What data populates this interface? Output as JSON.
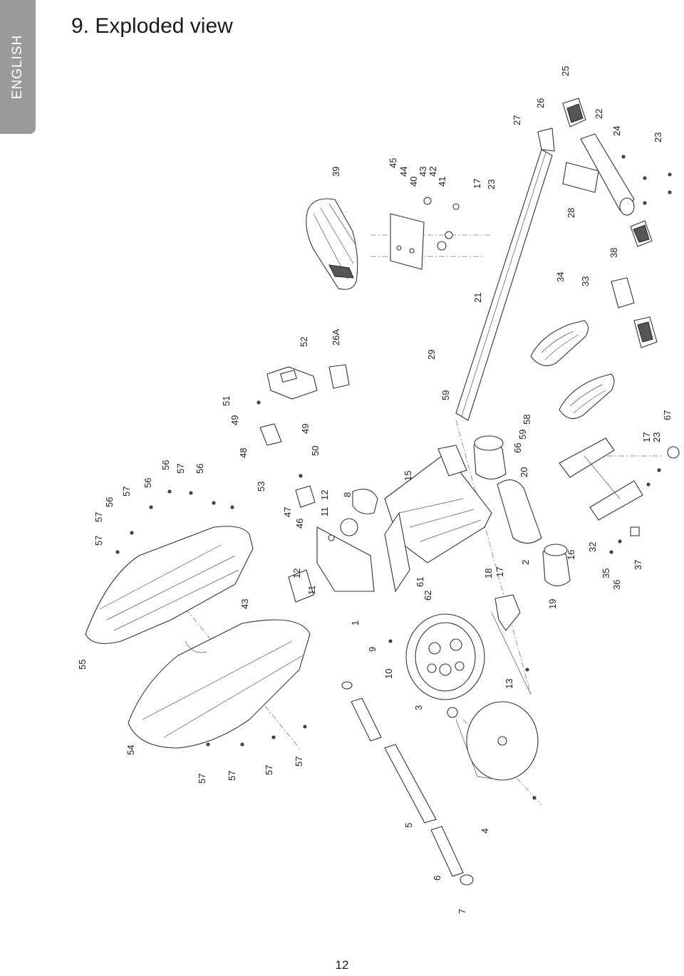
{
  "side_tab": {
    "label": "ENGLISH"
  },
  "page": {
    "title": "9. Exploded view",
    "number": "12"
  },
  "callouts": [
    "1",
    "2",
    "3",
    "4",
    "5",
    "6",
    "7",
    "8",
    "9",
    "10",
    "11",
    "11",
    "12",
    "12",
    "13",
    "15",
    "16",
    "17",
    "17",
    "17",
    "18",
    "19",
    "20",
    "21",
    "22",
    "23",
    "23",
    "23",
    "24",
    "25",
    "26",
    "26A",
    "27",
    "28",
    "29",
    "32",
    "33",
    "34",
    "35",
    "36",
    "37",
    "38",
    "39",
    "40",
    "41",
    "42",
    "43",
    "43",
    "44",
    "45",
    "46",
    "47",
    "48",
    "49",
    "49",
    "50",
    "51",
    "52",
    "53",
    "54",
    "55",
    "56",
    "56",
    "56",
    "56",
    "57",
    "57",
    "57",
    "57",
    "57",
    "57",
    "57",
    "57",
    "58",
    "59",
    "59",
    "61",
    "62",
    "66",
    "67"
  ]
}
